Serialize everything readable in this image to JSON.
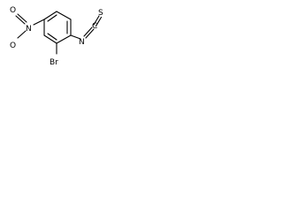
{
  "molecule": {
    "atoms": {
      "nitrogen_isothiocyanate": "N",
      "carbon_isothiocyanate": "C",
      "sulfur": "S",
      "bromine": "Br",
      "nitro_oxygen_top": "O",
      "nitro_nitrogen": "N",
      "nitro_oxygen_bottom": "O"
    }
  },
  "colors": {
    "bond": "#000000",
    "label": "#000000",
    "background": "#ffffff"
  }
}
